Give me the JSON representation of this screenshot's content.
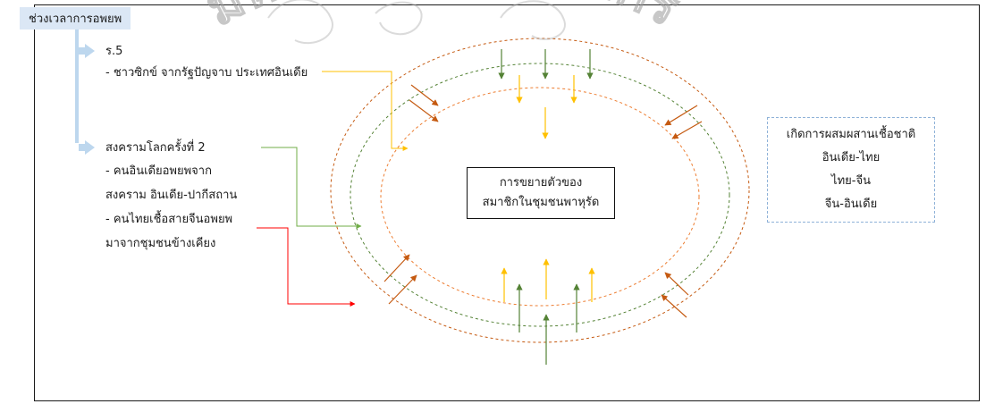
{
  "timeline": {
    "title": "ช่วงเวลาการอพยพ",
    "period1": {
      "heading": "ร.5",
      "lines": [
        "- ชาวซิกข์ จากรัฐปัญจาบ ประเทศอินเดีย"
      ]
    },
    "period2": {
      "heading": "สงครามโลกครั้งที่ 2",
      "lines": [
        "- คนอินเดียอพยพจาก",
        "สงคราม อินเดีย-ปากีสถาน",
        "- คนไทยเชื้อสายจีนอพยพ",
        "มาจากชุมชนข้างเคียง"
      ]
    }
  },
  "center": {
    "lines": [
      "การขยายตัวของ",
      "สมาชิกในชุมชนพาหุรัด"
    ]
  },
  "result": {
    "lines": [
      "เกิดการผสมผสานเชื้อชาติ",
      "อินเดีย-ไทย",
      "ไทย-จีน",
      "จีน-อินเดีย"
    ]
  },
  "colors": {
    "outer_ring": "#c55a11",
    "middle_ring": "#548235",
    "inner_ring": "#ed7d31",
    "yellow_arrow": "#ffc000",
    "green_arrow": "#548235",
    "brown_arrow": "#c55a11",
    "red_connector": "#ff0000",
    "green_connector": "#70ad47",
    "yellow_connector": "#ffc000",
    "timeline_arrow": "#bdd7ee",
    "watermark": "#b0b0b0"
  },
  "watermark_text": "มหาวิทยาลัยศิลปากร"
}
